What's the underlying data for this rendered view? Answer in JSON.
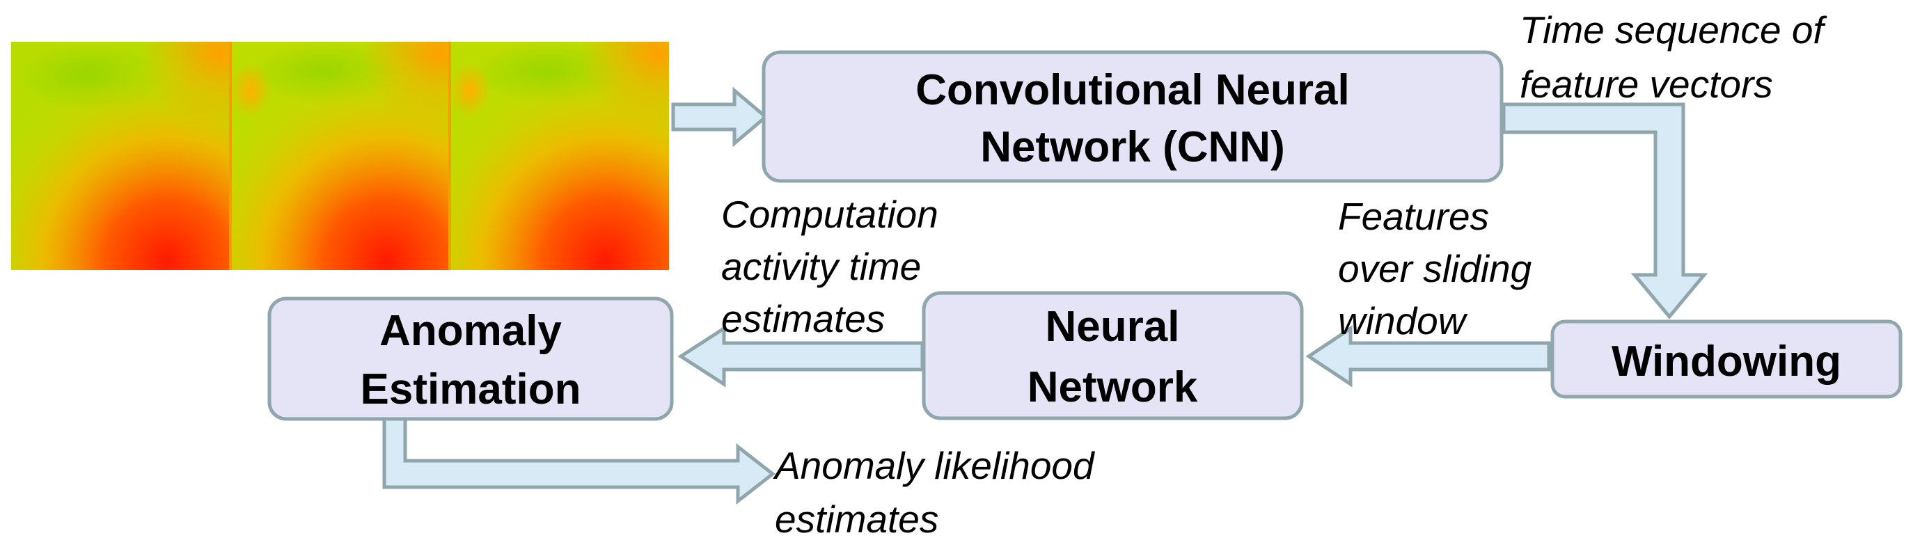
{
  "colors": {
    "box_fill": "#e4e4f6",
    "box_stroke": "#8fa6ad",
    "arrow_fill": "#d9eaf7",
    "arrow_stroke": "#8fa6ad"
  },
  "input": {
    "frames": [
      "thermal-frame-1",
      "thermal-frame-2",
      "thermal-frame-3"
    ]
  },
  "boxes": {
    "cnn": {
      "line1": "Convolutional Neural",
      "line2": "Network (CNN)"
    },
    "windowing": {
      "label": "Windowing"
    },
    "neural_network": {
      "line1": "Neural",
      "line2": "Network"
    },
    "anomaly_estimation": {
      "line1": "Anomaly",
      "line2": "Estimation"
    }
  },
  "annotations": {
    "time_sequence": [
      "Time sequence of",
      "feature vectors"
    ],
    "features_window": [
      "Features",
      "over sliding",
      "window"
    ],
    "computation_activity": [
      "Computation",
      "activity time",
      "estimates"
    ],
    "anomaly_likelihood": [
      "Anomaly likelihood",
      "estimates"
    ]
  }
}
